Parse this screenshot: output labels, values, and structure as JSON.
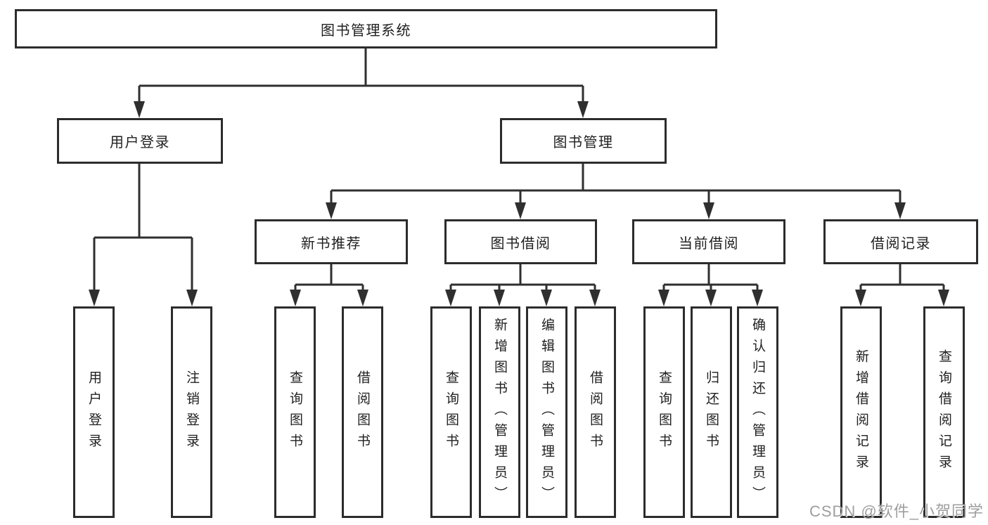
{
  "diagram": {
    "root": {
      "label": "图书管理系统"
    },
    "level2": [
      {
        "label": "用户登录"
      },
      {
        "label": "图书管理"
      }
    ],
    "level3": [
      {
        "label": "新书推荐"
      },
      {
        "label": "图书借阅"
      },
      {
        "label": "当前借阅"
      },
      {
        "label": "借阅记录"
      }
    ],
    "leaves": {
      "user_login": [
        {
          "label": "用户登录"
        },
        {
          "label": "注销登录"
        }
      ],
      "new_book": [
        {
          "label": "查询图书"
        },
        {
          "label": "借阅图书"
        }
      ],
      "book_borrow": [
        {
          "label": "查询图书"
        },
        {
          "label": "新增图书（管理员）"
        },
        {
          "label": "编辑图书（管理员）"
        },
        {
          "label": "借阅图书"
        }
      ],
      "current_borrow": [
        {
          "label": "查询图书"
        },
        {
          "label": "归还图书"
        },
        {
          "label": "确认归还（管理员）"
        }
      ],
      "borrow_records": [
        {
          "label": "新增借阅记录"
        },
        {
          "label": "查询借阅记录"
        }
      ]
    }
  },
  "watermark": {
    "text": "CSDN @软件_小贺同学"
  },
  "colors": {
    "line": "#2f2f2f",
    "box_border": "#2c2c2c",
    "text": "#1f1f1f",
    "background": "#ffffff",
    "watermark": "#9e9e9e"
  }
}
